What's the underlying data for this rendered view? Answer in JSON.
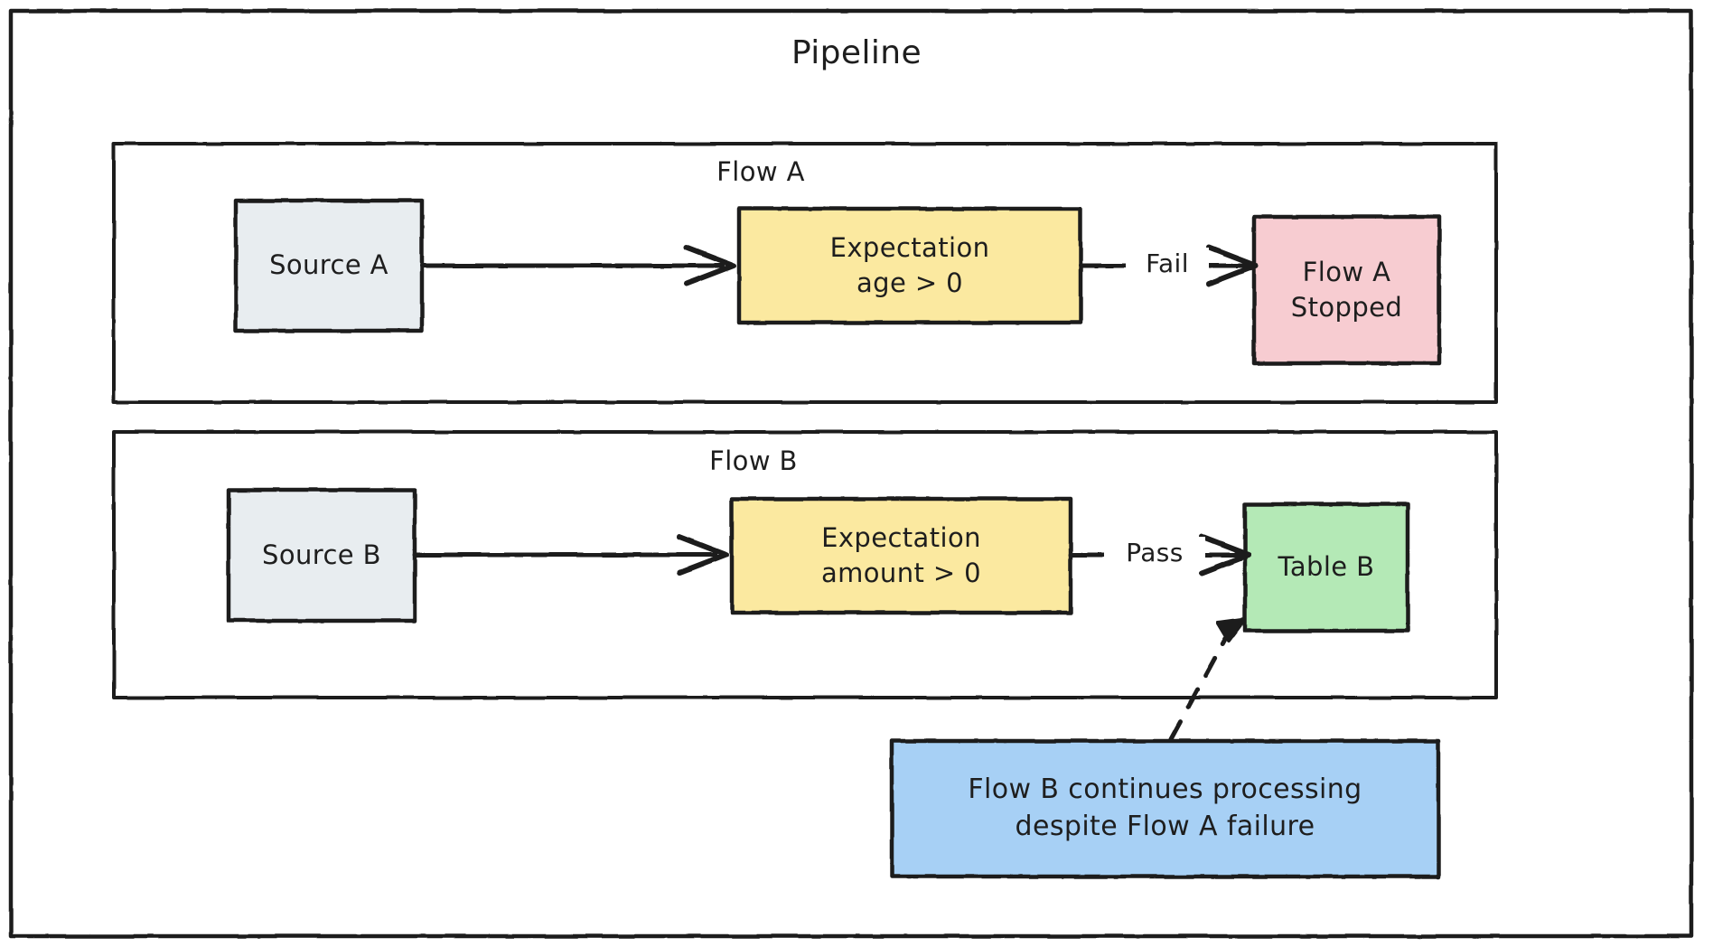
{
  "diagram": {
    "title": "Pipeline",
    "type": "flowchart",
    "style": "hand-drawn",
    "colors": {
      "stroke": "#1e1e1e",
      "source_fill": "#e8edf0",
      "expectation_fill": "#fbe9a0",
      "failure_fill": "#f7ccd1",
      "success_fill": "#b4e9b6",
      "note_fill": "#a7d0f5",
      "canvas": "#ffffff"
    },
    "containers": [
      {
        "id": "pipeline",
        "label": "Pipeline"
      },
      {
        "id": "flow_a",
        "label": "Flow A"
      },
      {
        "id": "flow_b",
        "label": "Flow B"
      }
    ],
    "nodes": [
      {
        "id": "source_a",
        "label": "Source A",
        "line1": "Source A",
        "line2": "",
        "group": "flow_a",
        "kind": "source"
      },
      {
        "id": "expect_a",
        "label": "Expectation age > 0",
        "line1": "Expectation",
        "line2": "age > 0",
        "group": "flow_a",
        "kind": "expectation"
      },
      {
        "id": "flow_a_stop",
        "label": "Flow A Stopped",
        "line1": "Flow A",
        "line2": "Stopped",
        "group": "flow_a",
        "kind": "failure"
      },
      {
        "id": "source_b",
        "label": "Source B",
        "line1": "Source B",
        "line2": "",
        "group": "flow_b",
        "kind": "source"
      },
      {
        "id": "expect_b",
        "label": "Expectation amount > 0",
        "line1": "Expectation",
        "line2": "amount > 0",
        "group": "flow_b",
        "kind": "expectation"
      },
      {
        "id": "table_b",
        "label": "Table B",
        "line1": "Table B",
        "line2": "",
        "group": "flow_b",
        "kind": "success"
      }
    ],
    "note": {
      "id": "note_flow_b",
      "line1": "Flow B continues processing",
      "line2": "despite Flow A failure"
    },
    "edges": [
      {
        "from": "source_a",
        "to": "expect_a",
        "label": "",
        "style": "solid"
      },
      {
        "from": "expect_a",
        "to": "flow_a_stop",
        "label": "Fail",
        "style": "solid"
      },
      {
        "from": "source_b",
        "to": "expect_b",
        "label": "",
        "style": "solid"
      },
      {
        "from": "expect_b",
        "to": "table_b",
        "label": "Pass",
        "style": "solid"
      },
      {
        "from": "note_flow_b",
        "to": "table_b",
        "label": "",
        "style": "dashed"
      }
    ]
  }
}
